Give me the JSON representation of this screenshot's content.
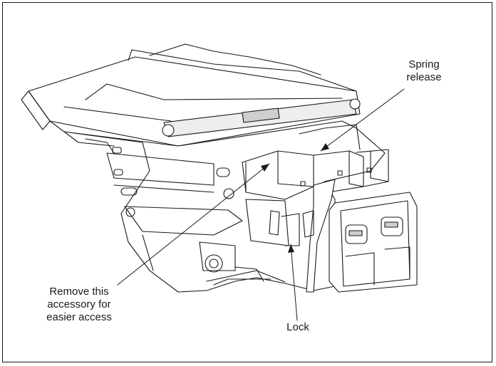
{
  "figure": {
    "callouts": {
      "spring_release": {
        "line1": "Spring",
        "line2": "release"
      },
      "remove_accessory": {
        "line1": "Remove this",
        "line2": "accessory for",
        "line3": "easier access"
      },
      "lock": "Lock"
    },
    "colors": {
      "ink": "#1a1a1a",
      "paper": "#ffffff",
      "shade": "#d9d9d9"
    }
  }
}
